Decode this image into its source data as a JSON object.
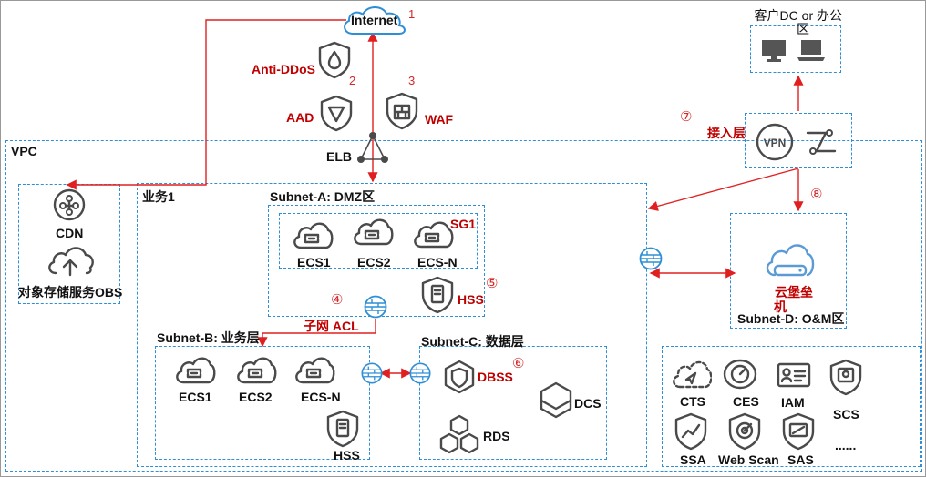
{
  "internet": {
    "label": "Internet",
    "num": "1"
  },
  "security": {
    "antiddos": "Anti-DDoS",
    "antiddos_num": "2",
    "aad": "AAD",
    "waf": "WAF",
    "waf_num": "3",
    "elb": "ELB"
  },
  "customer": {
    "label_line1": "客户DC or 办公",
    "label_line2": "区"
  },
  "access": {
    "num": "⑦",
    "label": "接入层",
    "num8": "⑧"
  },
  "vpc": {
    "label": "VPC"
  },
  "left": {
    "cdn": "CDN",
    "obs": "对象存储服务OBS"
  },
  "biz": {
    "label": "业务1"
  },
  "subnet_a": {
    "title": "Subnet-A: DMZ区",
    "sg": "SG1",
    "ecs": [
      "ECS1",
      "ECS2",
      "ECS-N"
    ],
    "hss": "HSS",
    "hss_num": "⑤",
    "acl_num": "④"
  },
  "acl": {
    "label": "子网 ACL"
  },
  "subnet_b": {
    "title": "Subnet-B: 业务层",
    "ecs": [
      "ECS1",
      "ECS2",
      "ECS-N"
    ],
    "hss": "HSS"
  },
  "subnet_c": {
    "title": "Subnet-C: 数据层",
    "dbss": "DBSS",
    "dbss_num": "⑥",
    "dcs": "DCS",
    "rds": "RDS"
  },
  "subnet_d": {
    "bastion_line1": "云堡垒",
    "bastion_line2": "机",
    "title": "Subnet-D: O&M区"
  },
  "mgmt": {
    "cts": "CTS",
    "ces": "CES",
    "iam": "IAM",
    "scs": "SCS",
    "ssa": "SSA",
    "webscan": "Web Scan",
    "sas": "SAS",
    "more": "......"
  },
  "colors": {
    "line": "#e02020",
    "dash": "#2f8fd6",
    "accent": "#c00000",
    "icon": "#4a4a4a",
    "bastion": "#5b9bd5"
  }
}
